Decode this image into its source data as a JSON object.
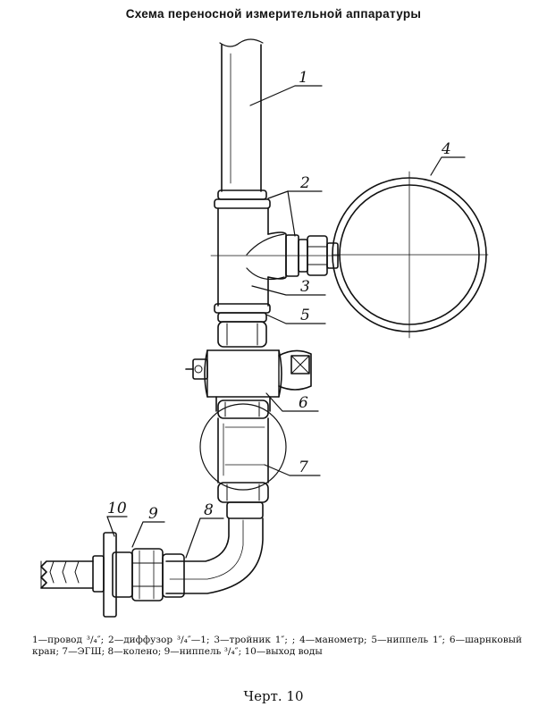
{
  "title": "Схема переносной измерительной аппаратуры",
  "labels": {
    "l1": "1",
    "l2": "2",
    "l3": "3",
    "l4": "4",
    "l5": "5",
    "l6": "6",
    "l7": "7",
    "l8": "8",
    "l9": "9",
    "l10": "10"
  },
  "caption": "1—провод ³/₄″; 2—диффузор ³/₄″—1; 3—тройник 1″; ; 4—манометр; 5—ниппель 1″; 6—шарнковый кран; 7—ЭГШ; 8—колено; 9—ниппель ³/₄″; 10—выход воды",
  "figure_number": "Черт. 10"
}
